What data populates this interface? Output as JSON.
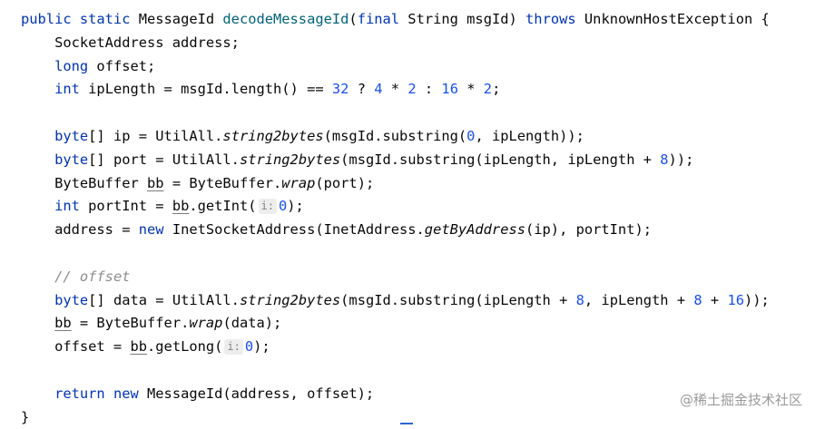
{
  "editor": {
    "lines": [
      [
        {
          "t": "public static ",
          "c": "kw"
        },
        {
          "t": "MessageId ",
          "c": "plain"
        },
        {
          "t": "decodeMessageId",
          "c": "method"
        },
        {
          "t": "(",
          "c": "plain"
        },
        {
          "t": "final ",
          "c": "kw"
        },
        {
          "t": "String msgId) ",
          "c": "plain"
        },
        {
          "t": "throws ",
          "c": "kw"
        },
        {
          "t": "UnknownHostException {",
          "c": "plain"
        }
      ],
      [
        {
          "t": "    SocketAddress address;",
          "c": "plain"
        }
      ],
      [
        {
          "t": "    ",
          "c": "plain"
        },
        {
          "t": "long ",
          "c": "kw"
        },
        {
          "t": "offset;",
          "c": "plain"
        }
      ],
      [
        {
          "t": "    ",
          "c": "plain"
        },
        {
          "t": "int ",
          "c": "kw"
        },
        {
          "t": "ipLength = msgId.length() == ",
          "c": "plain"
        },
        {
          "t": "32",
          "c": "num"
        },
        {
          "t": " ? ",
          "c": "plain"
        },
        {
          "t": "4",
          "c": "num"
        },
        {
          "t": " * ",
          "c": "plain"
        },
        {
          "t": "2",
          "c": "num"
        },
        {
          "t": " : ",
          "c": "plain"
        },
        {
          "t": "16",
          "c": "num"
        },
        {
          "t": " * ",
          "c": "plain"
        },
        {
          "t": "2",
          "c": "num"
        },
        {
          "t": ";",
          "c": "plain"
        }
      ],
      [],
      [
        {
          "t": "    ",
          "c": "plain"
        },
        {
          "t": "byte",
          "c": "kw"
        },
        {
          "t": "[] ip = UtilAll.",
          "c": "plain"
        },
        {
          "t": "string2bytes",
          "c": "static"
        },
        {
          "t": "(msgId.substring(",
          "c": "plain"
        },
        {
          "t": "0",
          "c": "num"
        },
        {
          "t": ", ipLength));",
          "c": "plain"
        }
      ],
      [
        {
          "t": "    ",
          "c": "plain"
        },
        {
          "t": "byte",
          "c": "kw"
        },
        {
          "t": "[] port = UtilAll.",
          "c": "plain"
        },
        {
          "t": "string2bytes",
          "c": "static"
        },
        {
          "t": "(msgId.substring(ipLength, ipLength + ",
          "c": "plain"
        },
        {
          "t": "8",
          "c": "num"
        },
        {
          "t": "));",
          "c": "plain"
        }
      ],
      [
        {
          "t": "    ByteBuffer ",
          "c": "plain"
        },
        {
          "t": "bb",
          "c": "underline"
        },
        {
          "t": " = ByteBuffer.",
          "c": "plain"
        },
        {
          "t": "wrap",
          "c": "static"
        },
        {
          "t": "(port);",
          "c": "plain"
        }
      ],
      [
        {
          "t": "    ",
          "c": "plain"
        },
        {
          "t": "int ",
          "c": "kw"
        },
        {
          "t": "portInt = ",
          "c": "plain"
        },
        {
          "t": "bb",
          "c": "underline"
        },
        {
          "t": ".getInt(",
          "c": "plain"
        },
        {
          "t": "i:",
          "c": "hint"
        },
        {
          "t": "0",
          "c": "num"
        },
        {
          "t": ");",
          "c": "plain"
        }
      ],
      [
        {
          "t": "    address = ",
          "c": "plain"
        },
        {
          "t": "new ",
          "c": "kw"
        },
        {
          "t": "InetSocketAddress(InetAddress.",
          "c": "plain"
        },
        {
          "t": "getByAddress",
          "c": "static"
        },
        {
          "t": "(ip), portInt);",
          "c": "plain"
        }
      ],
      [],
      [
        {
          "t": "    ",
          "c": "plain"
        },
        {
          "t": "// offset",
          "c": "comment"
        }
      ],
      [
        {
          "t": "    ",
          "c": "plain"
        },
        {
          "t": "byte",
          "c": "kw"
        },
        {
          "t": "[] data = UtilAll.",
          "c": "plain"
        },
        {
          "t": "string2bytes",
          "c": "static"
        },
        {
          "t": "(msgId.substring(ipLength + ",
          "c": "plain"
        },
        {
          "t": "8",
          "c": "num"
        },
        {
          "t": ", ipLength + ",
          "c": "plain"
        },
        {
          "t": "8",
          "c": "num"
        },
        {
          "t": " + ",
          "c": "plain"
        },
        {
          "t": "16",
          "c": "num"
        },
        {
          "t": "));",
          "c": "plain"
        }
      ],
      [
        {
          "t": "    ",
          "c": "plain"
        },
        {
          "t": "bb",
          "c": "underline"
        },
        {
          "t": " = ByteBuffer.",
          "c": "plain"
        },
        {
          "t": "wrap",
          "c": "static"
        },
        {
          "t": "(data);",
          "c": "plain"
        }
      ],
      [
        {
          "t": "    offset = ",
          "c": "plain"
        },
        {
          "t": "bb",
          "c": "underline"
        },
        {
          "t": ".getLong(",
          "c": "plain"
        },
        {
          "t": "i:",
          "c": "hint"
        },
        {
          "t": "0",
          "c": "num"
        },
        {
          "t": ");",
          "c": "plain"
        }
      ],
      [],
      [
        {
          "t": "    ",
          "c": "plain"
        },
        {
          "t": "return new ",
          "c": "kw"
        },
        {
          "t": "MessageId(address, offset);",
          "c": "plain"
        }
      ],
      [
        {
          "t": "}",
          "c": "plain"
        }
      ]
    ]
  },
  "watermark": {
    "text": "@稀土掘金技术社区"
  },
  "colors": {
    "keyword": "#0033b3",
    "number": "#1750eb",
    "method": "#00627a",
    "comment": "#8c8c8c",
    "text": "#080808",
    "hint_bg": "#ededed",
    "caret": "#2f66d6"
  }
}
